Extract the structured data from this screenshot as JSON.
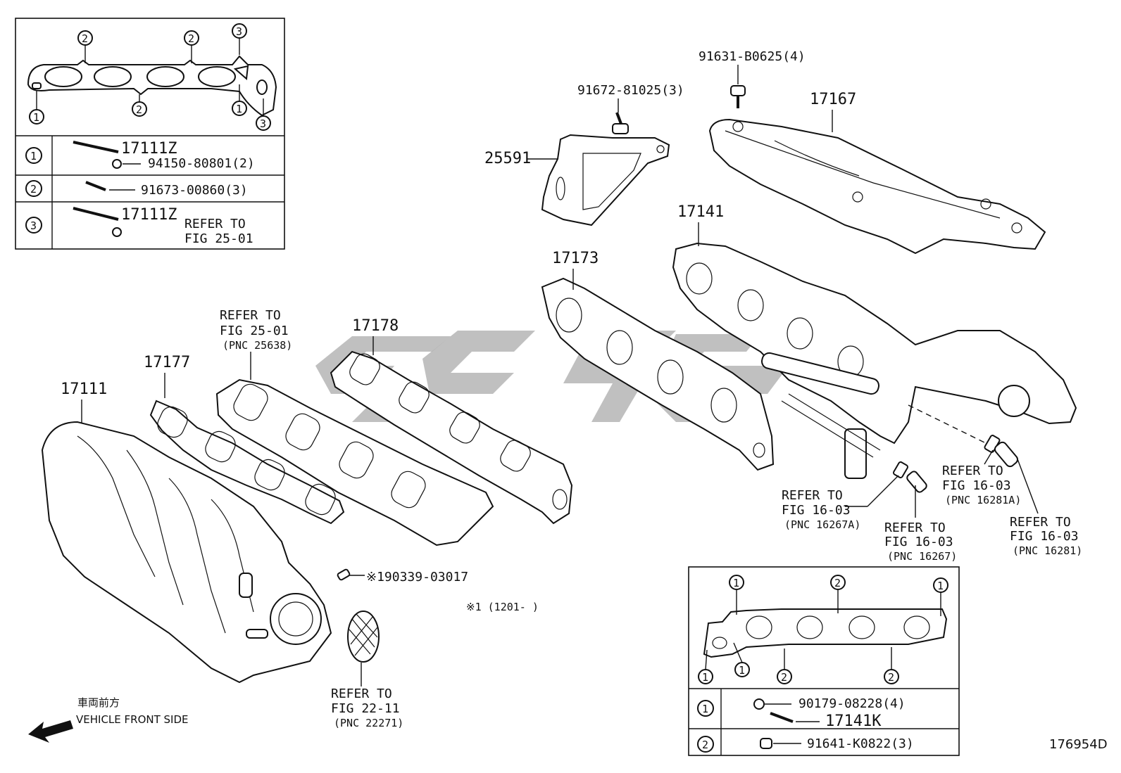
{
  "labels": {
    "p17111": "17111",
    "p17177": "17177",
    "p17178": "17178",
    "p17173": "17173",
    "p17141": "17141",
    "p17167": "17167",
    "p25591": "25591",
    "p91672": "91672-81025(3)",
    "p91631": "91631-B0625(4)",
    "p90339": "※190339-03017",
    "note1": "※1 (1201-       )",
    "doc_id": "176954D",
    "front_jp": "車両前方",
    "front_en": "VEHICLE FRONT SIDE"
  },
  "refs": {
    "r1": [
      "REFER TO",
      "FIG 25-01",
      "(PNC 25638)"
    ],
    "r2": [
      "REFER TO",
      "FIG 22-11",
      "(PNC 22271)"
    ],
    "r3": [
      "REFER TO",
      "FIG 16-03",
      "(PNC 16267A)"
    ],
    "r4": [
      "REFER TO",
      "FIG 16-03",
      "(PNC 16267)"
    ],
    "r5": [
      "REFER TO",
      "FIG 16-03",
      "(PNC 16281A)"
    ],
    "r6": [
      "REFER TO",
      "FIG 16-03",
      "(PNC 16281)"
    ]
  },
  "inset_left": {
    "rows": [
      {
        "num": "1",
        "items": [
          "17111Z",
          "94150-80801(2)"
        ]
      },
      {
        "num": "2",
        "items": [
          "91673-00860(3)"
        ]
      },
      {
        "num": "3",
        "items": [
          "17111Z",
          "REFER TO",
          "FIG 25-01"
        ]
      }
    ]
  },
  "inset_right": {
    "rows": [
      {
        "num": "1",
        "items": [
          "90179-08228(4)",
          "17141K"
        ]
      },
      {
        "num": "2",
        "items": [
          "91641-K0822(3)"
        ]
      }
    ]
  }
}
